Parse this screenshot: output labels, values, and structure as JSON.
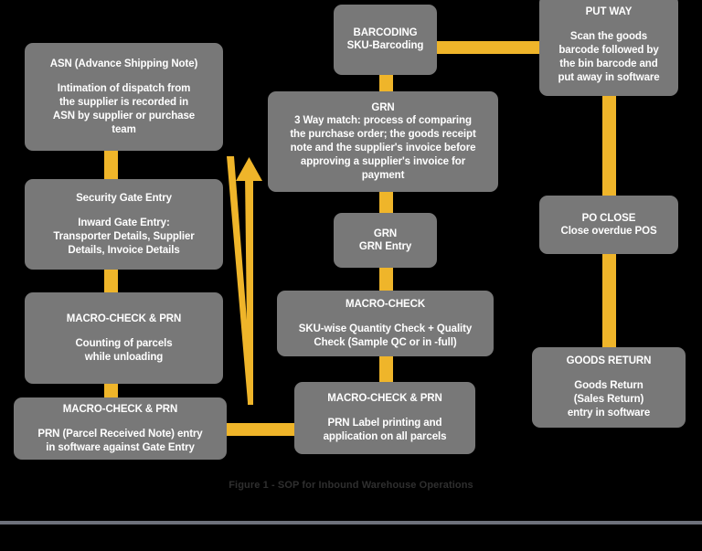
{
  "figure": {
    "caption": "Figure 1 - SOP for Inbound Warehouse Operations",
    "background_color": "#000000",
    "node_color": "#787878",
    "connector_color": "#efb52a",
    "text_color": "#ffffff",
    "caption_color": "#2f2f2f",
    "divider_color": "#6e717b"
  },
  "nodes": {
    "asn": {
      "title": "ASN (Advance Shipping Note)",
      "body": "Intimation of dispatch from\nthe supplier is recorded in\nASN by supplier or purchase\nteam"
    },
    "security_gate_entry": {
      "title": "Security Gate Entry",
      "body": "Inward Gate Entry:\nTransporter Details, Supplier\nDetails, Invoice Details"
    },
    "macro_check_prn_counting": {
      "title": "MACRO-CHECK & PRN",
      "body": "Counting of parcels\nwhile unloading"
    },
    "macro_check_prn_entry": {
      "title": "MACRO-CHECK & PRN",
      "body": "PRN (Parcel Received Note) entry\nin software against Gate Entry"
    },
    "macro_check_prn_label": {
      "title": "MACRO-CHECK & PRN",
      "body": "PRN Label printing and\napplication on all parcels"
    },
    "macro_check": {
      "title": "MACRO-CHECK",
      "body": "SKU-wise Quantity Check + Quality\nCheck (Sample QC or in -full)"
    },
    "grn_entry": {
      "title": "GRN",
      "body": "GRN Entry"
    },
    "grn_three_way": {
      "title": "GRN",
      "body": "3 Way match: process of comparing\nthe purchase order; the goods receipt\nnote and the supplier's invoice before\napproving a supplier's invoice for\npayment"
    },
    "barcoding": {
      "title": "BARCODING",
      "body": "SKU-Barcoding"
    },
    "put_way": {
      "title": "PUT WAY",
      "body": "Scan the goods\nbarcode followed by\nthe bin barcode and\nput away in software"
    },
    "po_close": {
      "title": "PO CLOSE",
      "body": "Close overdue POS"
    },
    "goods_return": {
      "title": "GOODS RETURN",
      "body": "Goods Return\n(Sales Return)\nentry in software"
    }
  },
  "flow": {
    "sequence": [
      "asn",
      "security_gate_entry",
      "macro_check_prn_counting",
      "macro_check_prn_entry",
      "macro_check_prn_label",
      "macro_check",
      "grn_entry",
      "grn_three_way",
      "barcoding",
      "put_way",
      "po_close",
      "goods_return"
    ],
    "feedback_arrow": {
      "from": "macro_check_prn_label",
      "to": "grn_three_way",
      "direction": "up"
    }
  }
}
